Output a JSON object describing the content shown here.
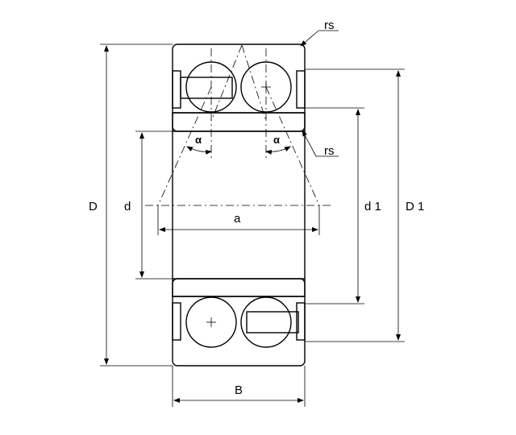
{
  "diagram": {
    "labels": {
      "D": "D",
      "d": "d",
      "a": "a",
      "d1": "d 1",
      "D1": "D 1",
      "B": "B",
      "rs_top": "rs",
      "rs_mid": "rs",
      "alpha_left": "α",
      "alpha_right": "α"
    },
    "colors": {
      "line": "#000000",
      "background": "#ffffff"
    }
  }
}
